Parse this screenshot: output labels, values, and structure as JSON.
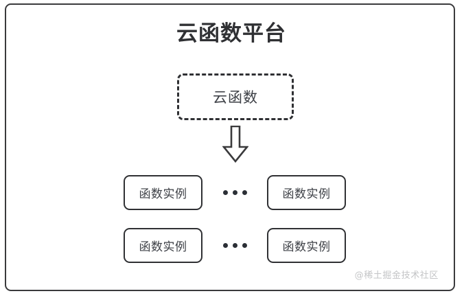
{
  "diagram": {
    "title": "云函数平台",
    "frame": {
      "border_color": "#3a3a3c",
      "background": "#ffffff"
    },
    "cloud_function_node": {
      "label": "云函数",
      "border_style": "dashed",
      "border_color": "#2f3033"
    },
    "arrow": {
      "name": "down-arrow",
      "direction": "down",
      "style": "hollow-block",
      "stroke_color": "#3a3a3c"
    },
    "instance_rows": [
      {
        "left_box": {
          "label": "函数实例"
        },
        "separator": {
          "label": "...",
          "dot_count": 3
        },
        "right_box": {
          "label": "函数实例"
        }
      },
      {
        "left_box": {
          "label": "函数实例"
        },
        "separator": {
          "label": "...",
          "dot_count": 3
        },
        "right_box": {
          "label": "函数实例"
        }
      }
    ],
    "watermark": {
      "text": "@稀土掘金技术社区",
      "color": "#c3c4c6"
    },
    "colors": {
      "stroke": "#2f3033",
      "text": "#3c3f45",
      "title": "#2f3033",
      "background": "#ffffff",
      "watermark": "#c3c4c6"
    }
  }
}
